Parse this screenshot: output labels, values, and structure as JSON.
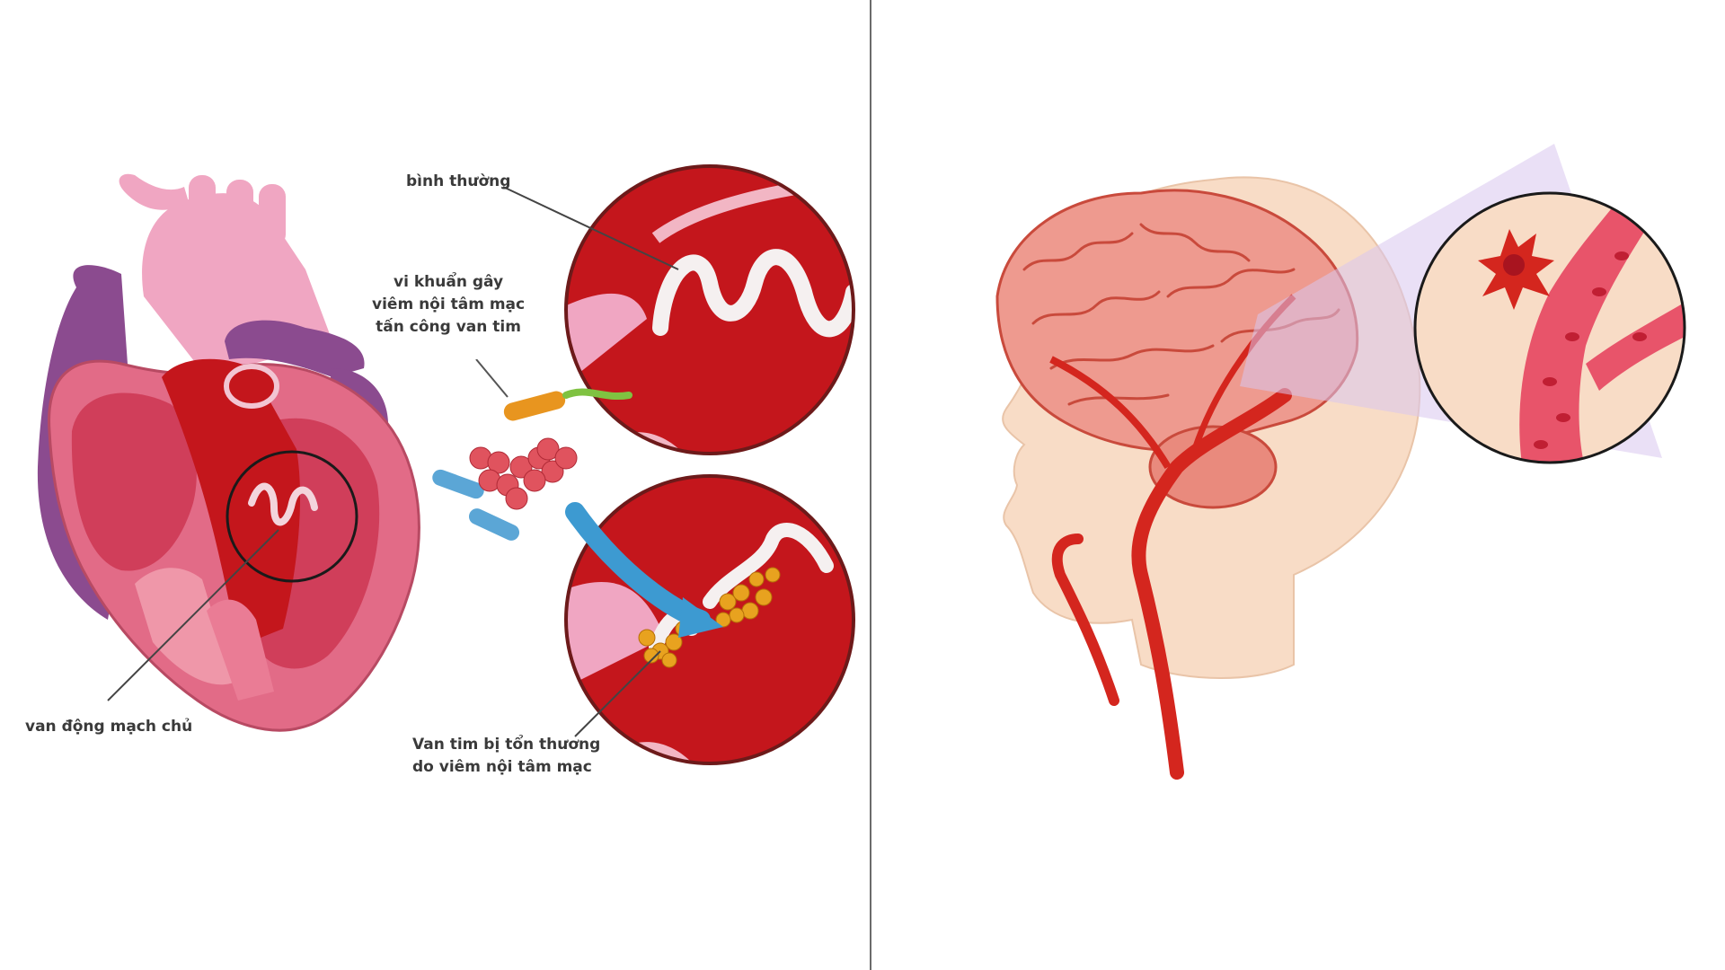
{
  "labels": {
    "normal": "bình thường",
    "bacteria": [
      "vi khuẩn gây",
      "viêm nội tâm mạc",
      "tấn công van tim"
    ],
    "aortic_valve": "van động mạch chủ",
    "damaged_valve": [
      "Van tim bị tổn thương",
      "do viêm nội tâm mạc"
    ]
  },
  "colors": {
    "heart_red": "#c4161c",
    "heart_pink": "#e26b87",
    "aorta_pink": "#f0a6c2",
    "vein_purple": "#8b4b8f",
    "brain_pink": "#ee9a8f",
    "artery_red": "#d4261e",
    "skin": "#f8dcc6",
    "bacteria_orange": "#e8951f",
    "bacteria_blue": "#5ba6d6",
    "bacteria_red": "#e0535e",
    "arrow_blue": "#3d9ad1",
    "highlight_purple": "#d9c7ee"
  },
  "icons": [
    "heart-illustration",
    "bacteria-cluster",
    "brain-illustration",
    "blood-clot-icon"
  ]
}
